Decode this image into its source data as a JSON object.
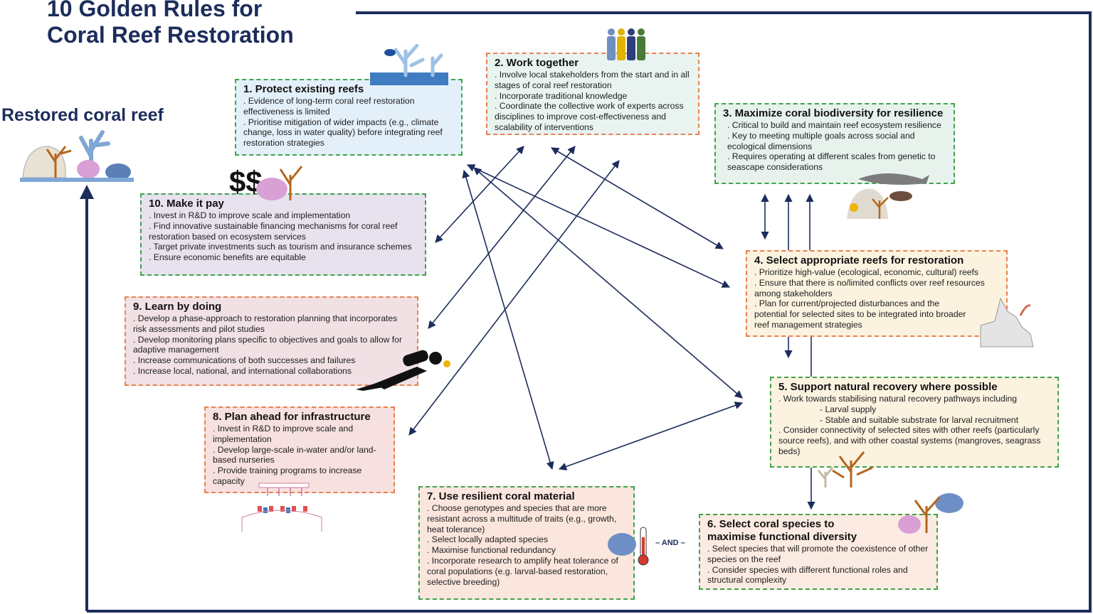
{
  "title_line1": "10 Golden Rules for",
  "title_line2": "Coral Reef Restoration",
  "restored_label": "Restored coral reef",
  "and_label": "– AND –",
  "colors": {
    "navy": "#1c2d5b",
    "green_border": "#3fa34d",
    "orange_border": "#e8804f"
  },
  "rules": {
    "r1": {
      "title": "1. Protect existing reefs",
      "items": [
        ". Evidence of long-term coral reef restoration effectiveness is limited",
        ". Prioritise mitigation of wider impacts (e.g., climate change, loss in water quality) before integrating reef restoration strategies"
      ]
    },
    "r2": {
      "title": "2. Work together",
      "items": [
        ". Involve local stakeholders from the start and in all stages of coral reef restoration",
        ". Incorporate traditional knowledge",
        ". Coordinate the collective work of experts across disciplines to improve cost-effectiveness and scalability of interventions"
      ]
    },
    "r3": {
      "title": "3. Maximize coral biodiversity for resilience",
      "items": [
        ". Critical to build and maintain reef ecosystem resilience",
        ". Key to meeting multiple goals across social and ecological dimensions",
        ". Requires operating at different scales from genetic to seascape considerations"
      ]
    },
    "r4": {
      "title": "4. Select appropriate reefs for restoration",
      "items": [
        ". Prioritize high-value (ecological, economic, cultural) reefs",
        ". Ensure that there is no/limited conflicts over reef resources among stakeholders",
        ". Plan for current/projected disturbances and the potential for selected sites to be integrated into broader reef management strategies"
      ]
    },
    "r5": {
      "title": "5.  Support natural recovery where possible",
      "items": [
        ". Work towards stabilising natural recovery pathways including",
        "- Larval supply",
        "- Stable and suitable substrate for larval recruitment",
        ". Consider connectivity of selected sites with other reefs (particularly source reefs), and with other coastal systems (mangroves, seagrass beds)"
      ]
    },
    "r6": {
      "title": "6.  Select coral species to maximise functional diversity",
      "items": [
        ". Select species that will promote the coexistence of other species on the reef",
        ". Consider species with different functional roles and structural complexity"
      ]
    },
    "r7": {
      "title": "7. Use resilient coral material",
      "items": [
        ". Choose genotypes and species that are more resistant across a multitude of traits (e.g., growth, heat tolerance)",
        ". Select locally adapted species",
        ". Maximise functional redundancy",
        ". Incorporate research to amplify heat tolerance of coral populations (e.g. larval-based restoration, selective breeding)"
      ]
    },
    "r8": {
      "title": "8. Plan ahead for infrastructure",
      "items": [
        ". Invest in R&D to improve scale and implementation",
        ". Develop large-scale in-water and/or land-based nurseries",
        ". Provide training programs to increase capacity"
      ]
    },
    "r9": {
      "title": "9. Learn by doing",
      "items": [
        ". Develop a phase-approach to restoration planning that incorporates risk assessments and pilot studies",
        ". Develop monitoring plans specific to objectives and goals to allow for adaptive management",
        ". Increase communications of both successes and failures",
        ". Increase local, national, and international collaborations"
      ]
    },
    "r10": {
      "title": "10. Make it pay",
      "items": [
        ". Invest in R&D to improve scale and implementation",
        ". Find innovative sustainable financing mechanisms for coral reef restoration based on ecosystem services",
        ". Target private investments such as tourism and insurance schemes",
        ". Ensure economic benefits are equitable"
      ]
    }
  },
  "dollar_text": "$$"
}
